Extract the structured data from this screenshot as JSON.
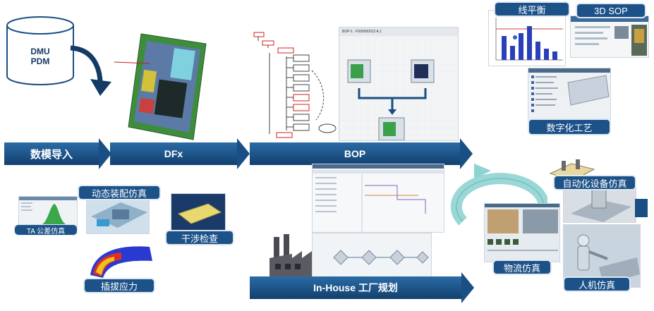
{
  "db": {
    "line1": "DMU",
    "line2": "PDM"
  },
  "stages": {
    "import": "数模导入",
    "dfx": "DFx",
    "bop": "BOP",
    "inhouse": "In-House 工厂规划"
  },
  "labels": {
    "line_balance": "线平衡",
    "sop_3d": "3D SOP",
    "digital_process": "数字化工艺",
    "dynamic_assembly": "动态装配仿真",
    "ta_tolerance": "TA 公差仿真",
    "interference": "干涉检查",
    "insertion_stress": "插拔应力",
    "automation_sim": "自动化设备仿真",
    "logistics_sim": "物流仿真",
    "ergonomics_sim": "人机仿真"
  },
  "bop_window_title": "BOP-1 : F000000012 A.1",
  "colors": {
    "arrow_dark": "#12406e",
    "arrow_light": "#2a6ba6",
    "label_bg": "#1d5289",
    "teal_cycle": "#8fd3d1"
  }
}
